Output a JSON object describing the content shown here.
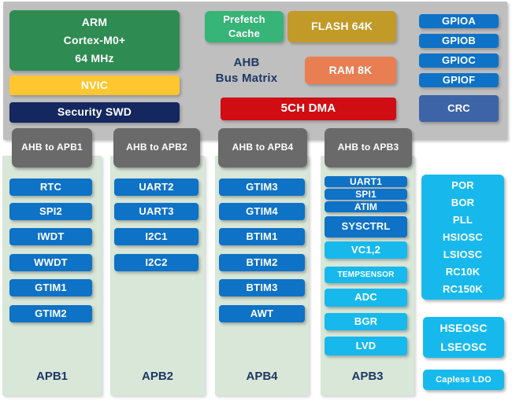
{
  "top_panel": {
    "cpu": [
      "ARM",
      "Cortex-M0+",
      "64 MHz"
    ],
    "nvic": "NVIC",
    "security": "Security SWD",
    "prefetch": [
      "Prefetch",
      "Cache"
    ],
    "flash": "FLASH 64K",
    "bus_matrix": [
      "AHB",
      "Bus Matrix"
    ],
    "ram": "RAM 8K",
    "dma": "5CH DMA",
    "gpio": [
      "GPIOA",
      "GPIOB",
      "GPIOC",
      "GPIOF"
    ],
    "crc": "CRC"
  },
  "bridges": [
    "AHB to APB1",
    "AHB to APB2",
    "AHB to APB4",
    "AHB to APB3"
  ],
  "columns": [
    {
      "label": "APB1",
      "blocks": [
        "RTC",
        "SPI2",
        "IWDT",
        "WWDT",
        "GTIM1",
        "GTIM2"
      ]
    },
    {
      "label": "APB2",
      "blocks": [
        "UART2",
        "UART3",
        "I2C1",
        "I2C2"
      ]
    },
    {
      "label": "APB4",
      "blocks": [
        "GTIM3",
        "GTIM4",
        "BTIM1",
        "BTIM2",
        "BTIM3",
        "AWT"
      ]
    },
    {
      "label": "APB3",
      "blocks_dark": [
        "UART1",
        "SPI1",
        "ATIM",
        "SYSCTRL"
      ],
      "blocks_cyan": [
        "VC1,2",
        "TEMPSENSOR",
        "ADC",
        "BGR",
        "LVD"
      ]
    }
  ],
  "analog": {
    "osc_block": [
      "POR",
      "BOR",
      "PLL",
      "HSIOSC",
      "LSIOSC",
      "RC10K",
      "RC150K"
    ],
    "ext_osc": [
      "HSEOSC",
      "LSEOSC"
    ],
    "ldo": "Capless LDO"
  },
  "colors": {
    "panel-gray": "#bfbfbf",
    "bridge-gray": "#6a6a6a",
    "column-green": "#d8e7d8",
    "block-blue": "#0e72c6",
    "crc-blue": "#3d64a6",
    "cyan": "#17b9ec",
    "cpu-green": "#2e8b52",
    "prefetch-green": "#37b478",
    "flash-gold": "#c19a28",
    "ram-orange": "#e87e52",
    "nvic-yellow": "#ffc62f",
    "navy": "#14275e",
    "dma-red": "#cf0d12",
    "text-navy": "#1f3864"
  }
}
